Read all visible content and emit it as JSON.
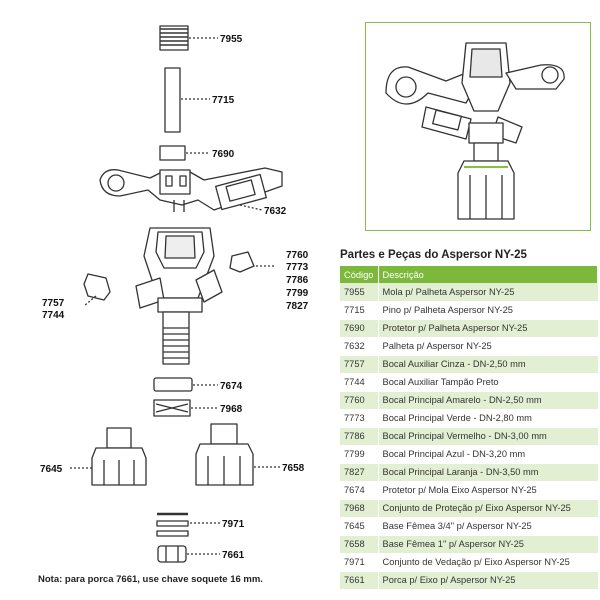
{
  "callouts": [
    {
      "label": "7955"
    },
    {
      "label": "7715"
    },
    {
      "label": "7690"
    },
    {
      "label": "7632"
    },
    {
      "label": "7760"
    },
    {
      "label": "7773"
    },
    {
      "label": "7786"
    },
    {
      "label": "7799"
    },
    {
      "label": "7827"
    },
    {
      "label": "7757"
    },
    {
      "label": "7744"
    },
    {
      "label": "7674"
    },
    {
      "label": "7968"
    },
    {
      "label": "7645"
    },
    {
      "label": "7658"
    },
    {
      "label": "7971"
    },
    {
      "label": "7661"
    }
  ],
  "table": {
    "title": "Partes e Peças do Aspersor NY-25",
    "headers": {
      "code": "Código",
      "description": "Descrição"
    },
    "rows": [
      {
        "code": "7955",
        "description": "Mola p/ Palheta Aspersor NY-25"
      },
      {
        "code": "7715",
        "description": "Pino p/ Palheta Aspersor NY-25"
      },
      {
        "code": "7690",
        "description": "Protetor p/ Palheta Aspersor NY-25"
      },
      {
        "code": "7632",
        "description": "Palheta p/ Aspersor NY-25"
      },
      {
        "code": "7757",
        "description": "Bocal Auxiliar Cinza - DN-2,50 mm"
      },
      {
        "code": "7744",
        "description": "Bocal Auxiliar Tampão Preto"
      },
      {
        "code": "7760",
        "description": "Bocal Principal Amarelo - DN-2,50 mm"
      },
      {
        "code": "7773",
        "description": "Bocal Principal Verde - DN-2,80 mm"
      },
      {
        "code": "7786",
        "description": "Bocal Principal Vermelho - DN-3,00 mm"
      },
      {
        "code": "7799",
        "description": "Bocal Principal Azul - DN-3,20 mm"
      },
      {
        "code": "7827",
        "description": "Bocal Principal Laranja - DN-3,50 mm"
      },
      {
        "code": "7674",
        "description": "Protetor p/ Mola Eixo Aspersor NY-25"
      },
      {
        "code": "7968",
        "description": "Conjunto de Proteção p/ Eixo Aspersor NY-25"
      },
      {
        "code": "7645",
        "description": "Base Fêmea 3/4\" p/ Aspersor NY-25"
      },
      {
        "code": "7658",
        "description": "Base Fêmea 1\" p/ Aspersor NY-25"
      },
      {
        "code": "7971",
        "description": "Conjunto de Vedação p/ Eixo Aspersor NY-25"
      },
      {
        "code": "7661",
        "description": "Porca p/ Eixo p/ Aspersor NY-25"
      }
    ]
  },
  "note": "Nota: para porca 7661, use chave soquete 16 mm.",
  "colors": {
    "accent_green": "#7cb83c",
    "row_tint": "#e3efd2",
    "line": "#333333"
  }
}
